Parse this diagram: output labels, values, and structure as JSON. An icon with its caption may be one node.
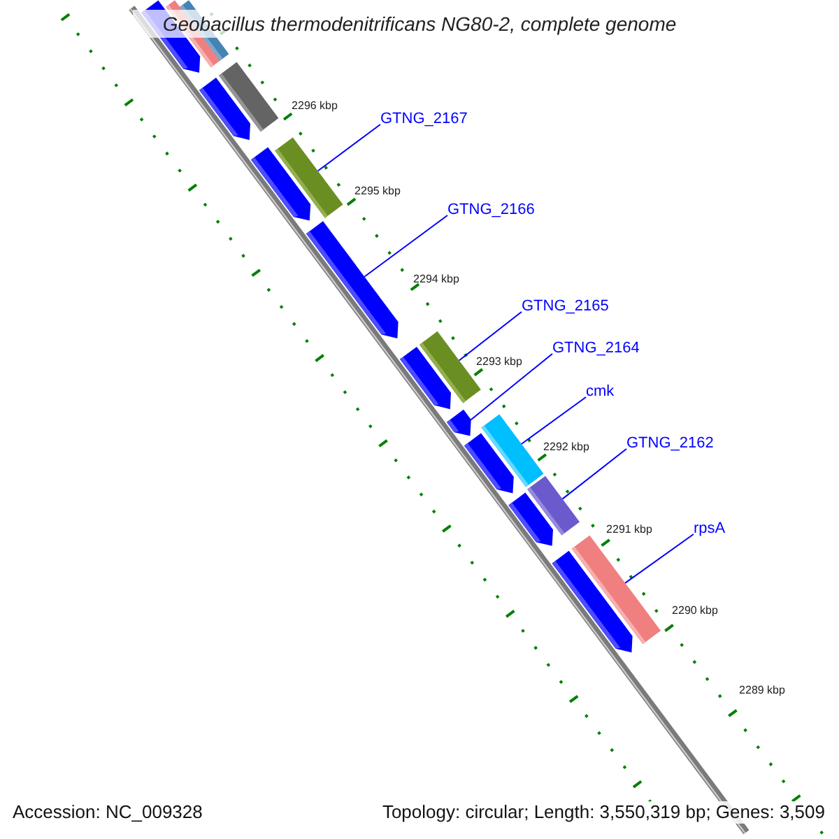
{
  "diagram": {
    "title": "Geobacillus thermodenitrificans NG80-2, complete genome",
    "nodes": [
      {
        "text": [
          "GTNG_2167"
        ]
      },
      {
        "text": [
          "GTNG_2166"
        ]
      },
      {
        "text": [
          "GTNG_2165"
        ]
      },
      {
        "text": [
          "GTNG_2164"
        ]
      },
      {
        "text": [
          "cmk"
        ]
      },
      {
        "text": [
          "GTNG_2162"
        ]
      },
      {
        "text": [
          "rpsA"
        ]
      },
      {
        "text": [],
        "shape": "arrow"
      },
      {
        "text": [],
        "shape": "bar"
      },
      {
        "text": [],
        "shape": "bar"
      },
      {
        "text": [],
        "shape": "arrow"
      },
      {
        "text": [],
        "shape": "bar"
      },
      {
        "text": [],
        "shape": "arrow"
      },
      {
        "text": [],
        "shape": "bar"
      },
      {
        "text": [],
        "shape": "arrow"
      },
      {
        "text": [],
        "shape": "arrow"
      },
      {
        "text": [],
        "shape": "bar"
      },
      {
        "text": [],
        "shape": "arrow"
      },
      {
        "text": [],
        "shape": "arrow"
      },
      {
        "text": [],
        "shape": "bar"
      },
      {
        "text": [],
        "shape": "arrow"
      },
      {
        "text": [],
        "shape": "bar"
      },
      {
        "text": [],
        "shape": "arrow"
      },
      {
        "text": [],
        "shape": "bar"
      }
    ],
    "edges": [
      {
        "from": 0,
        "to": 13,
        "arrow": "none"
      },
      {
        "from": 1,
        "to": 14,
        "arrow": "none"
      },
      {
        "from": 2,
        "to": 16,
        "arrow": "none"
      },
      {
        "from": 3,
        "to": 17,
        "arrow": "none"
      },
      {
        "from": 4,
        "to": 19,
        "arrow": "none"
      },
      {
        "from": 5,
        "to": 21,
        "arrow": "none"
      },
      {
        "from": 6,
        "to": 23,
        "arrow": "none"
      }
    ],
    "labels": [
      "2296 kbp",
      "2295 kbp",
      "2294 kbp",
      "2293 kbp",
      "2292 kbp",
      "2291 kbp",
      "2290 kbp",
      "2289 kbp",
      "Accession: NC_009328",
      "Topology: circular; Length: 3,550,319 bp; Genes: 3,509"
    ]
  }
}
